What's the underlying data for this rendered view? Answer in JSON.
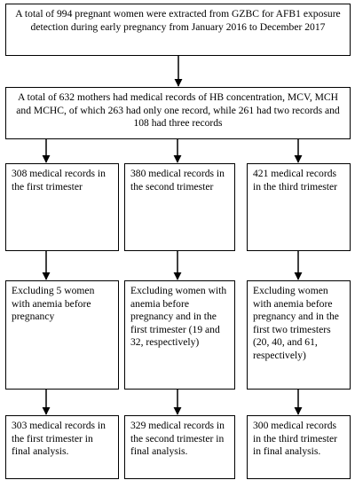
{
  "flowchart": {
    "top_box": "A total of 994 pregnant women were extracted from GZBC for AFB1 exposure detection during early pregnancy from January 2016 to December 2017",
    "second_box": "A total of 632 mothers had medical records of HB concentration, MCV, MCH and MCHC, of which 263 had only one record, while 261 had two records and 108 had three records",
    "columns": [
      {
        "records": "308 medical records in the first trimester",
        "exclusion": "Excluding 5 women with anemia before pregnancy",
        "final": "303 medical records in the first trimester in final analysis."
      },
      {
        "records": "380 medical records in the second trimester",
        "exclusion": "Excluding women with anemia before pregnancy and in the first trimester (19 and 32, respectively)",
        "final": "329 medical records in the second trimester in final analysis."
      },
      {
        "records": "421 medical records in the third trimester",
        "exclusion": "Excluding women with anemia before pregnancy and in the first two trimesters (20, 40, and 61, respectively)",
        "final": "300 medical records in the third trimester in final analysis."
      }
    ]
  }
}
